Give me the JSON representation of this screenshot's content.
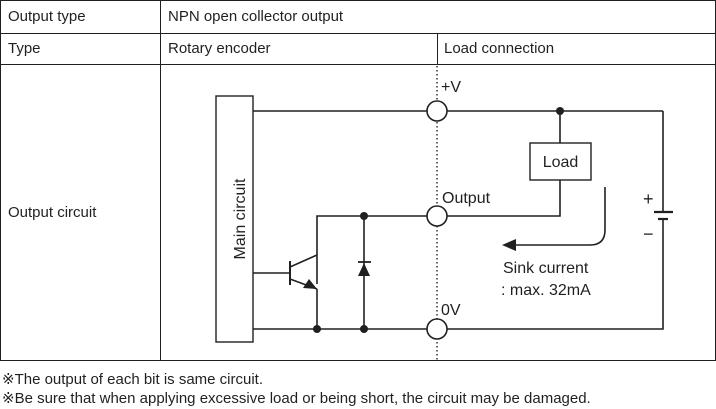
{
  "table": {
    "row1": {
      "label": "Output type",
      "value": "NPN open collector output"
    },
    "row2": {
      "label": "Type",
      "col2": "Rotary encoder",
      "col3": "Load connection"
    },
    "row3": {
      "label": "Output circuit"
    }
  },
  "circuit": {
    "main_circuit_label": "Main circuit",
    "terminals": {
      "vplus": "+V",
      "output": "Output",
      "zero_v": "0V"
    },
    "load_label": "Load",
    "sink_current_line1": "Sink current",
    "sink_current_line2": ": max. 32mA",
    "battery_plus": "+",
    "battery_minus": "−"
  },
  "notes": [
    "※The output of each bit is same circuit.",
    "※Be sure that when applying excessive load or being short, the circuit may be damaged."
  ],
  "colors": {
    "line": "#231f20",
    "border": "#231f20"
  }
}
